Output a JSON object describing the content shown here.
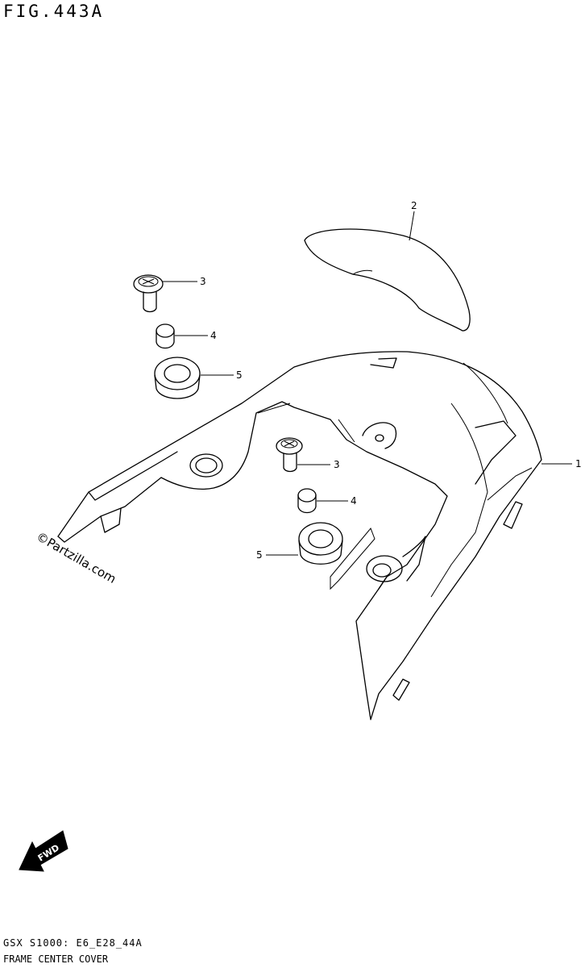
{
  "figure": {
    "title": "FIG.443A"
  },
  "callouts": [
    {
      "id": "part-1",
      "label": "1"
    },
    {
      "id": "part-2",
      "label": "2"
    },
    {
      "id": "part-3a",
      "label": "3"
    },
    {
      "id": "part-3b",
      "label": "3"
    },
    {
      "id": "part-4a",
      "label": "4"
    },
    {
      "id": "part-4b",
      "label": "4"
    },
    {
      "id": "part-5a",
      "label": "5"
    },
    {
      "id": "part-5b",
      "label": "5"
    }
  ],
  "watermark": "©Partzilla.com",
  "direction_arrow": {
    "label": "FWD",
    "icon": "fwd-arrow-icon"
  },
  "footer": {
    "code": "GSX S1000: E6_E28_44A",
    "name": "FRAME CENTER COVER"
  }
}
